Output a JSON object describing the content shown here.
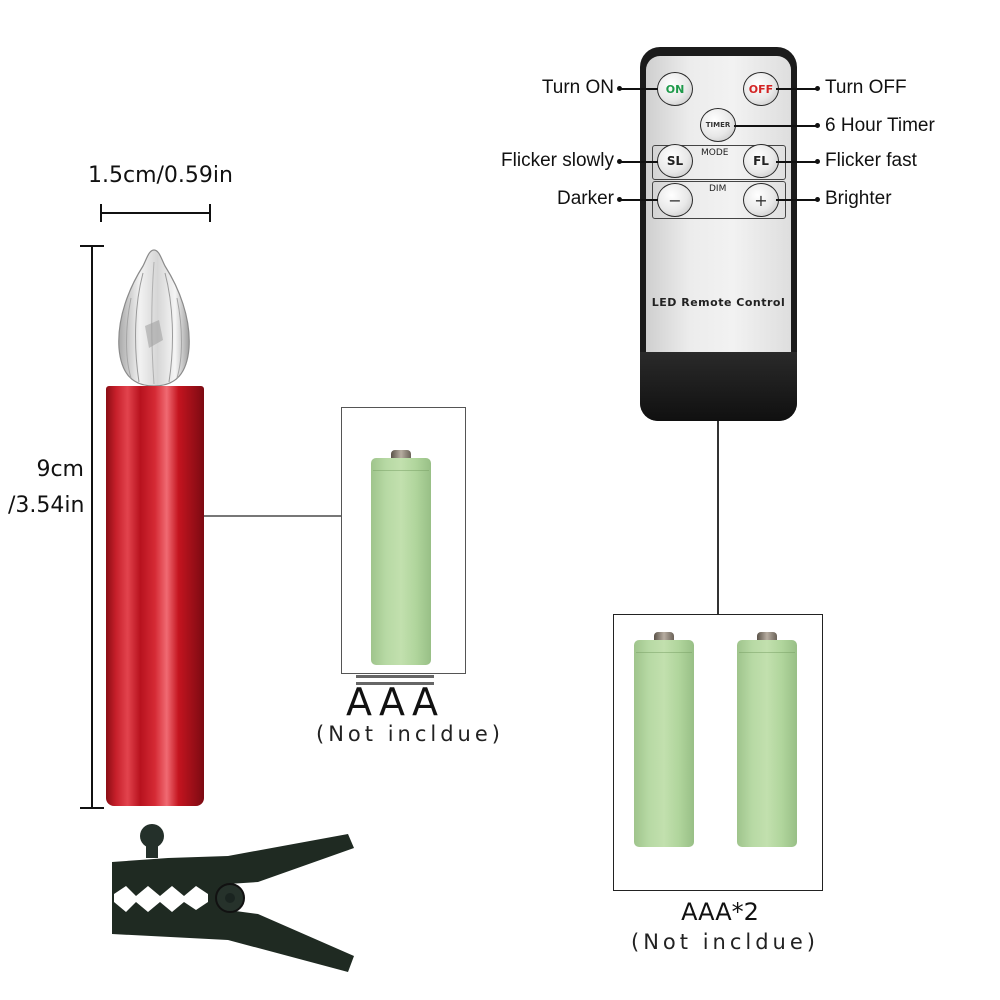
{
  "dimensions": {
    "width_label": "1.5cm/0.59in",
    "height_label_line1": "9cm",
    "height_label_line2": "/3.54in"
  },
  "candle": {
    "body_color": "#c61f2a",
    "flame_color": "#d8d8d8"
  },
  "clip": {
    "color": "#1f2a22"
  },
  "battery_single": {
    "label": "AAA",
    "note": "(Not incldue)",
    "color": "#b7d9a4"
  },
  "battery_double": {
    "label": "AAA*2",
    "note": "(Not incldue)",
    "count": 2
  },
  "remote": {
    "brand_text": "LED Remote Control",
    "buttons": {
      "on": "ON",
      "off": "OFF",
      "timer": "TIMER",
      "sl": "SL",
      "fl": "FL",
      "minus": "−",
      "plus": "+"
    },
    "group_labels": {
      "mode": "MODE",
      "dim": "DIM"
    },
    "on_color": "#1e9a4a",
    "off_color": "#d32424"
  },
  "callouts": {
    "turn_on": "Turn ON",
    "turn_off": "Turn OFF",
    "timer": "6 Hour Timer",
    "flicker_slowly": "Flicker slowly",
    "flicker_fast": "Flicker fast",
    "darker": "Darker",
    "brighter": "Brighter"
  }
}
